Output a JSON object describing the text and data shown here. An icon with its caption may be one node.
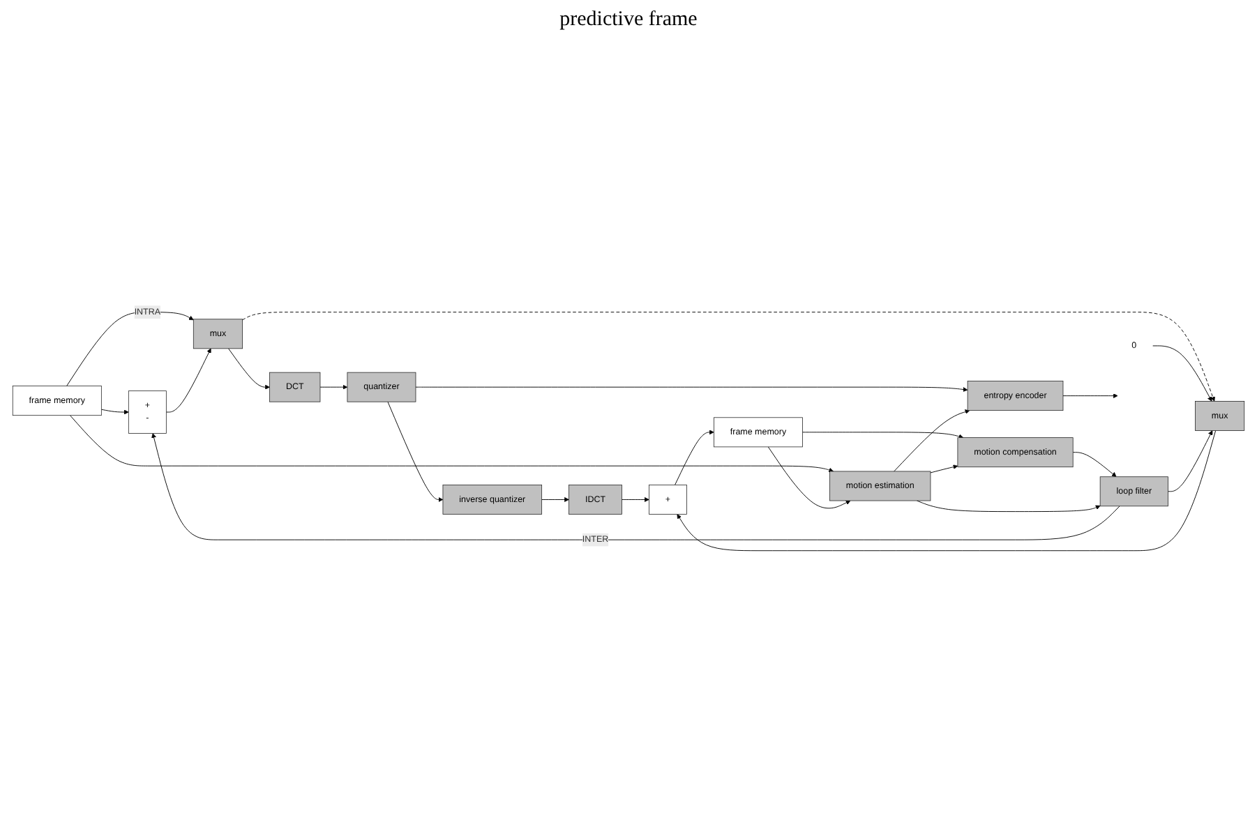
{
  "diagram": {
    "nodes": [
      {
        "text": [
          "frame memory"
        ]
      },
      {
        "text": [
          "+",
          "-"
        ]
      },
      {
        "text": [
          "mux"
        ]
      },
      {
        "text": [
          "DCT"
        ]
      },
      {
        "text": [
          "quantizer"
        ]
      },
      {
        "text": [
          "entropy encoder"
        ]
      },
      {
        "text": [
          "inverse quantizer"
        ]
      },
      {
        "text": [
          "IDCT"
        ]
      },
      {
        "text": [
          "0"
        ]
      },
      {
        "text": [
          "mux"
        ]
      },
      {
        "text": [
          "+"
        ]
      },
      {
        "text": [
          "loop filter"
        ]
      },
      {
        "text": [
          "motion compensation"
        ]
      },
      {
        "text": [
          "frame memory"
        ]
      },
      {
        "text": [
          "motion estimation"
        ]
      }
    ],
    "edges": [
      {
        "from": 0,
        "to": 1,
        "arrow": "to"
      },
      {
        "from": 0,
        "to": 2,
        "arrow": "to",
        "label": "INTRA"
      },
      {
        "from": 0,
        "to": 14,
        "arrow": "to"
      },
      {
        "from": 1,
        "to": 2,
        "arrow": "to"
      },
      {
        "from": 2,
        "to": 3,
        "arrow": "to"
      },
      {
        "from": 3,
        "to": 4,
        "arrow": "to"
      },
      {
        "from": 4,
        "to": 5,
        "arrow": "to"
      },
      {
        "from": 5,
        "to": null,
        "arrow": "to"
      },
      {
        "from": 4,
        "to": 6,
        "arrow": "to"
      },
      {
        "from": 6,
        "to": 7,
        "arrow": "to"
      },
      {
        "from": 7,
        "to": 10,
        "arrow": "to"
      },
      {
        "from": 2,
        "to": 9,
        "arrow": "to",
        "style": "dashed"
      },
      {
        "from": 8,
        "to": 9,
        "arrow": "to"
      },
      {
        "from": 11,
        "to": 9,
        "arrow": "to"
      },
      {
        "from": 11,
        "to": 1,
        "arrow": "to",
        "label": "INTER"
      },
      {
        "from": 9,
        "to": 10,
        "arrow": "to"
      },
      {
        "from": 10,
        "to": 13,
        "arrow": "to"
      },
      {
        "from": 13,
        "to": 12,
        "arrow": "to"
      },
      {
        "from": 12,
        "to": 11,
        "arrow": "to"
      },
      {
        "from": 13,
        "to": 14,
        "arrow": "to"
      },
      {
        "from": 14,
        "to": 12,
        "arrow": "to"
      },
      {
        "from": 14,
        "to": 11,
        "arrow": "to"
      },
      {
        "from": 14,
        "to": 5,
        "arrow": "to"
      }
    ],
    "labels": [
      "predictive frame"
    ]
  }
}
